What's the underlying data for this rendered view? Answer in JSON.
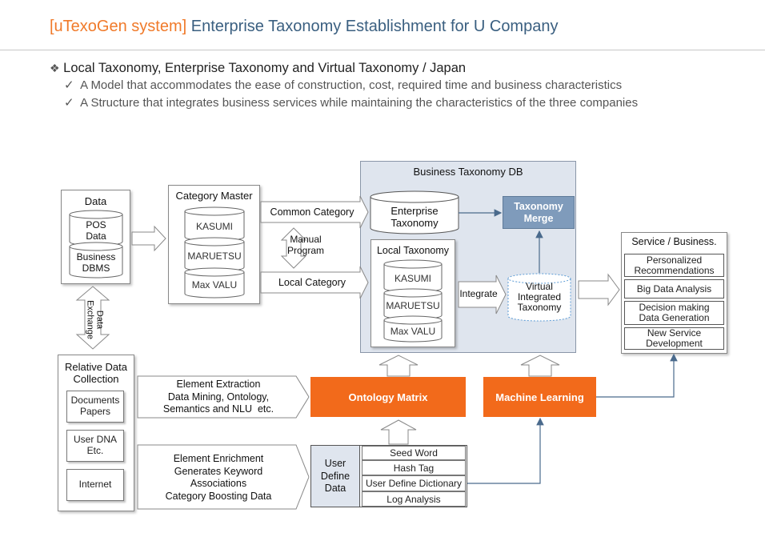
{
  "header": {
    "brand": "[uTexoGen system]",
    "title": " Enterprise Taxonomy  Establishment  for U Company"
  },
  "bullets": {
    "main": "Local Taxonomy, Enterprise Taxonomy and Virtual Taxonomy / Japan",
    "sub1": "A Model that accommodates the ease of construction, cost, required time and business characteristics",
    "sub2": "A Structure that integrates business services while maintaining the characteristics of the three companies"
  },
  "icons": {
    "bullet": "diamond-bullet-icon",
    "check": "check-icon"
  },
  "diagram": {
    "data_box": {
      "title": "Data",
      "pos": "POS\nData",
      "dbms": "Business\nDBMS"
    },
    "data_exchange": "Data\nExchange",
    "category_master": {
      "title": "Category Master",
      "items": [
        "KASUMI",
        "MARUETSU",
        "Max VALU"
      ]
    },
    "common_category": "Common  Category",
    "local_category": "Local Category",
    "manual_program": "Manual\nProgram",
    "bt_db": {
      "title": "Business Taxonomy DB",
      "enterprise": "Enterprise\nTaxonomy",
      "merge": "Taxonomy\nMerge",
      "local_title": "Local Taxonomy",
      "local_items": [
        "KASUMI",
        "MARUETSU",
        "Max VALU"
      ],
      "integrate": "Integrate",
      "virtual": "Virtual\nIntegrated\nTaxonomy"
    },
    "service": {
      "title": "Service / Business.",
      "items": [
        "Personalized\nRecommendations",
        "Big Data Analysis",
        "Decision making\nData Generation",
        "New Service\nDevelopment"
      ]
    },
    "relative": {
      "title": "Relative Data\nCollection",
      "items": [
        "Documents\nPapers",
        "User DNA\nEtc.",
        "Internet"
      ]
    },
    "extraction": "Element Extraction\nData Mining, Ontology,\nSemantics and NLU  etc.",
    "enrichment": "Element Enrichment\nGenerates Keyword\nAssociations\nCategory Boosting Data",
    "ontology": "Ontology Matrix",
    "ml": "Machine Learning",
    "user_define": {
      "title": "User\nDefine\nData",
      "items": [
        "Seed Word",
        "Hash Tag",
        "User Define Dictionary",
        "Log Analysis"
      ]
    }
  },
  "colors": {
    "orange": "#f26a1b",
    "brand": "#f07a2a",
    "title_blue": "#3a5f80",
    "merge_blue": "#7f9bbb",
    "db_fill": "#dfe5ee"
  }
}
